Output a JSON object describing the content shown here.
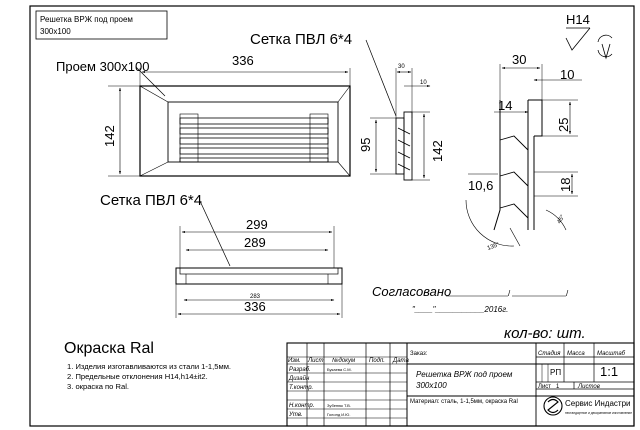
{
  "title_box": {
    "line1": "Решетка ВРЖ под проем",
    "line2": "300х100"
  },
  "roughness": "H14",
  "front_view": {
    "opening_label": "Проем 300х100",
    "width": "336",
    "height": "142"
  },
  "side_view": {
    "mesh_label": "Сетка ПВЛ 6*4",
    "dim_top_small": "30",
    "dim_inner_small": "10",
    "height_inner": "95",
    "height_outer": "142"
  },
  "detail_view": {
    "dim_30": "30",
    "dim_10": "10",
    "dim_14": "14",
    "dim_25": "25",
    "dim_10_6": "10,6",
    "dim_18": "18",
    "angle_45": "45°",
    "angle_135": "135°"
  },
  "bottom_view": {
    "mesh_label": "Сетка ПВЛ 6*4",
    "dim_299": "299",
    "dim_289": "289",
    "dim_283": "283",
    "dim_336": "336"
  },
  "approval": {
    "label": "Согласовано",
    "blank_line": "____________________/______________/",
    "date_line": "\"____\"___________2016г."
  },
  "quantity_label": "кол-во:  шт.",
  "paint_label": "Окраска Ral",
  "notes": [
    "1. Изделия изготавливаются из стали 1-1,5мм.",
    "2. Предельные отклонения H14,h14±it2.",
    "3. окраска по Ral."
  ],
  "stamp": {
    "headers": [
      "Изм.",
      "Лист",
      "№докум",
      "Подп.",
      "Дата"
    ],
    "rows": [
      {
        "role": "Разраб.",
        "name": "Букаева С.М."
      },
      {
        "role": "Дизайн",
        "name": ""
      },
      {
        "role": "Т.контр.",
        "name": ""
      },
      {
        "role": "",
        "name": ""
      },
      {
        "role": "Н.контр.",
        "name": "Зубенюк Т.В."
      },
      {
        "role": "Утв.",
        "name": "Голонд И.Ю."
      }
    ],
    "order_label": "Заказ:",
    "product_name_1": "Решетка ВРЖ под проем",
    "product_name_2": "300х100",
    "material": "Материал: сталь, 1-1,5мм, окраска Ral",
    "stage_label": "Стадия",
    "mass_label": "Масса",
    "scale_label": "Масштаб",
    "stage": "РП",
    "scale": "1:1",
    "sheet_label": "Лист",
    "sheet_num": "1",
    "sheets_label": "Листов",
    "company": "Сервис Индастри",
    "company_sub": "нестандартное и декоративное изготовление"
  }
}
